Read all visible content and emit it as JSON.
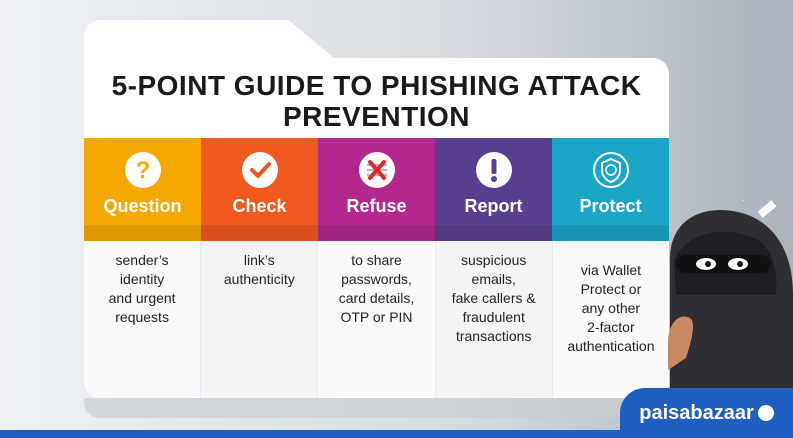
{
  "title": {
    "line1": "5-POINT GUIDE TO PHISHING ATTACK",
    "line2": "PREVENTION"
  },
  "steps": [
    {
      "label": "Question",
      "color": "#f5a800",
      "icon": "question-icon",
      "lines": [
        "sender’s",
        "identity",
        "and urgent",
        "requests"
      ]
    },
    {
      "label": "Check",
      "color": "#f05a1f",
      "icon": "check-icon",
      "lines": [
        "link’s",
        "authenticity"
      ]
    },
    {
      "label": "Refuse",
      "color": "#b2288e",
      "icon": "cross-icon",
      "lines": [
        "to share",
        "passwords,",
        "card details,",
        "OTP or PIN"
      ]
    },
    {
      "label": "Report",
      "color": "#5a3e8f",
      "icon": "exclamation-icon",
      "lines": [
        "suspicious",
        "emails,",
        "fake callers &",
        "fraudulent",
        "transactions"
      ]
    },
    {
      "label": "Protect",
      "color": "#1aa6c9",
      "icon": "shield-icon",
      "lines": [
        "via Wallet",
        "Protect or",
        "any other",
        "2-factor",
        "authentication"
      ]
    }
  ],
  "brand": {
    "name": "paisabazaar"
  }
}
